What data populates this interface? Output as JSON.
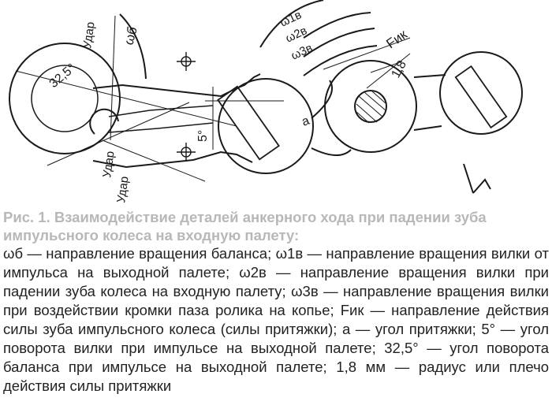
{
  "diagram": {
    "labels": {
      "udar_top": "Удар",
      "omega_b": "ωб",
      "angle_325": "32,5°",
      "angle_5": "5°",
      "udar_mid": "Удар",
      "udar_bottom": "Удар",
      "omega_1v": "ω1в",
      "omega_2v": "ω2в",
      "omega_3v": "ω3в",
      "force": "Fик",
      "dist_18": "1,8",
      "angle_a": "a"
    }
  },
  "caption": {
    "title": "Рис. 1. Взаимодействие деталей анкерного хода при падении зуба импульсного колеса на входную палету:",
    "text": "ωб — направление вращения баланса; ω1в — направление вращения вилки от импульса на выходной палете; ω2в — направление вращения вилки при падении зуба колеса на входную палету; ω3в — направление вращения вилки при воздействии кромки паза ролика на копье; Fик — направление действия силы зуба импульсного колеса (силы притяжки); a — угол притяжки; 5° — угол поворота вилки при импульсе на выходной палете; 32,5° — угол поворота баланса при импульсе на выходной палете; 1,8 мм — радиус или плечо действия силы притяжки"
  }
}
